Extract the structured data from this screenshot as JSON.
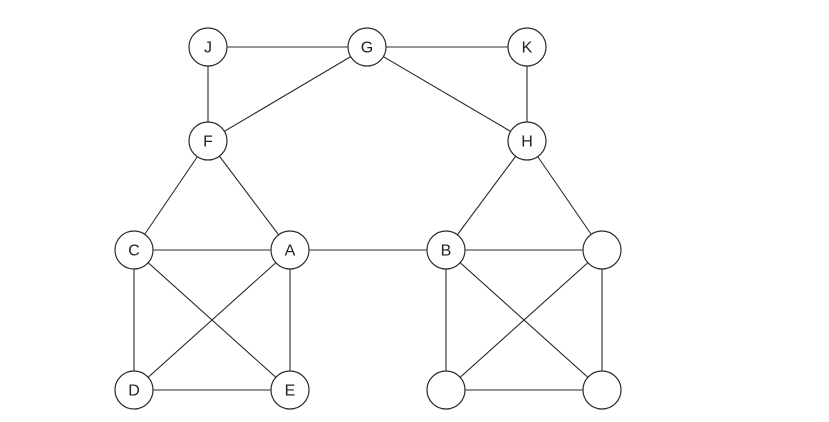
{
  "graph": {
    "nodes": [
      {
        "id": "J",
        "label": "J"
      },
      {
        "id": "G",
        "label": "G"
      },
      {
        "id": "K",
        "label": "K"
      },
      {
        "id": "F",
        "label": "F"
      },
      {
        "id": "H",
        "label": "H"
      },
      {
        "id": "C",
        "label": "C"
      },
      {
        "id": "A",
        "label": "A"
      },
      {
        "id": "B",
        "label": "B"
      },
      {
        "id": "N1",
        "label": ""
      },
      {
        "id": "D",
        "label": "D"
      },
      {
        "id": "E",
        "label": "E"
      },
      {
        "id": "N2",
        "label": ""
      },
      {
        "id": "N3",
        "label": ""
      }
    ],
    "edges": [
      [
        "J",
        "G"
      ],
      [
        "G",
        "K"
      ],
      [
        "J",
        "F"
      ],
      [
        "G",
        "F"
      ],
      [
        "G",
        "H"
      ],
      [
        "K",
        "H"
      ],
      [
        "F",
        "C"
      ],
      [
        "F",
        "A"
      ],
      [
        "H",
        "B"
      ],
      [
        "H",
        "N1"
      ],
      [
        "C",
        "A"
      ],
      [
        "A",
        "B"
      ],
      [
        "B",
        "N1"
      ],
      [
        "C",
        "D"
      ],
      [
        "C",
        "E"
      ],
      [
        "A",
        "D"
      ],
      [
        "A",
        "E"
      ],
      [
        "D",
        "E"
      ],
      [
        "B",
        "N2"
      ],
      [
        "B",
        "N3"
      ],
      [
        "N1",
        "N2"
      ],
      [
        "N1",
        "N3"
      ],
      [
        "N2",
        "N3"
      ]
    ]
  }
}
